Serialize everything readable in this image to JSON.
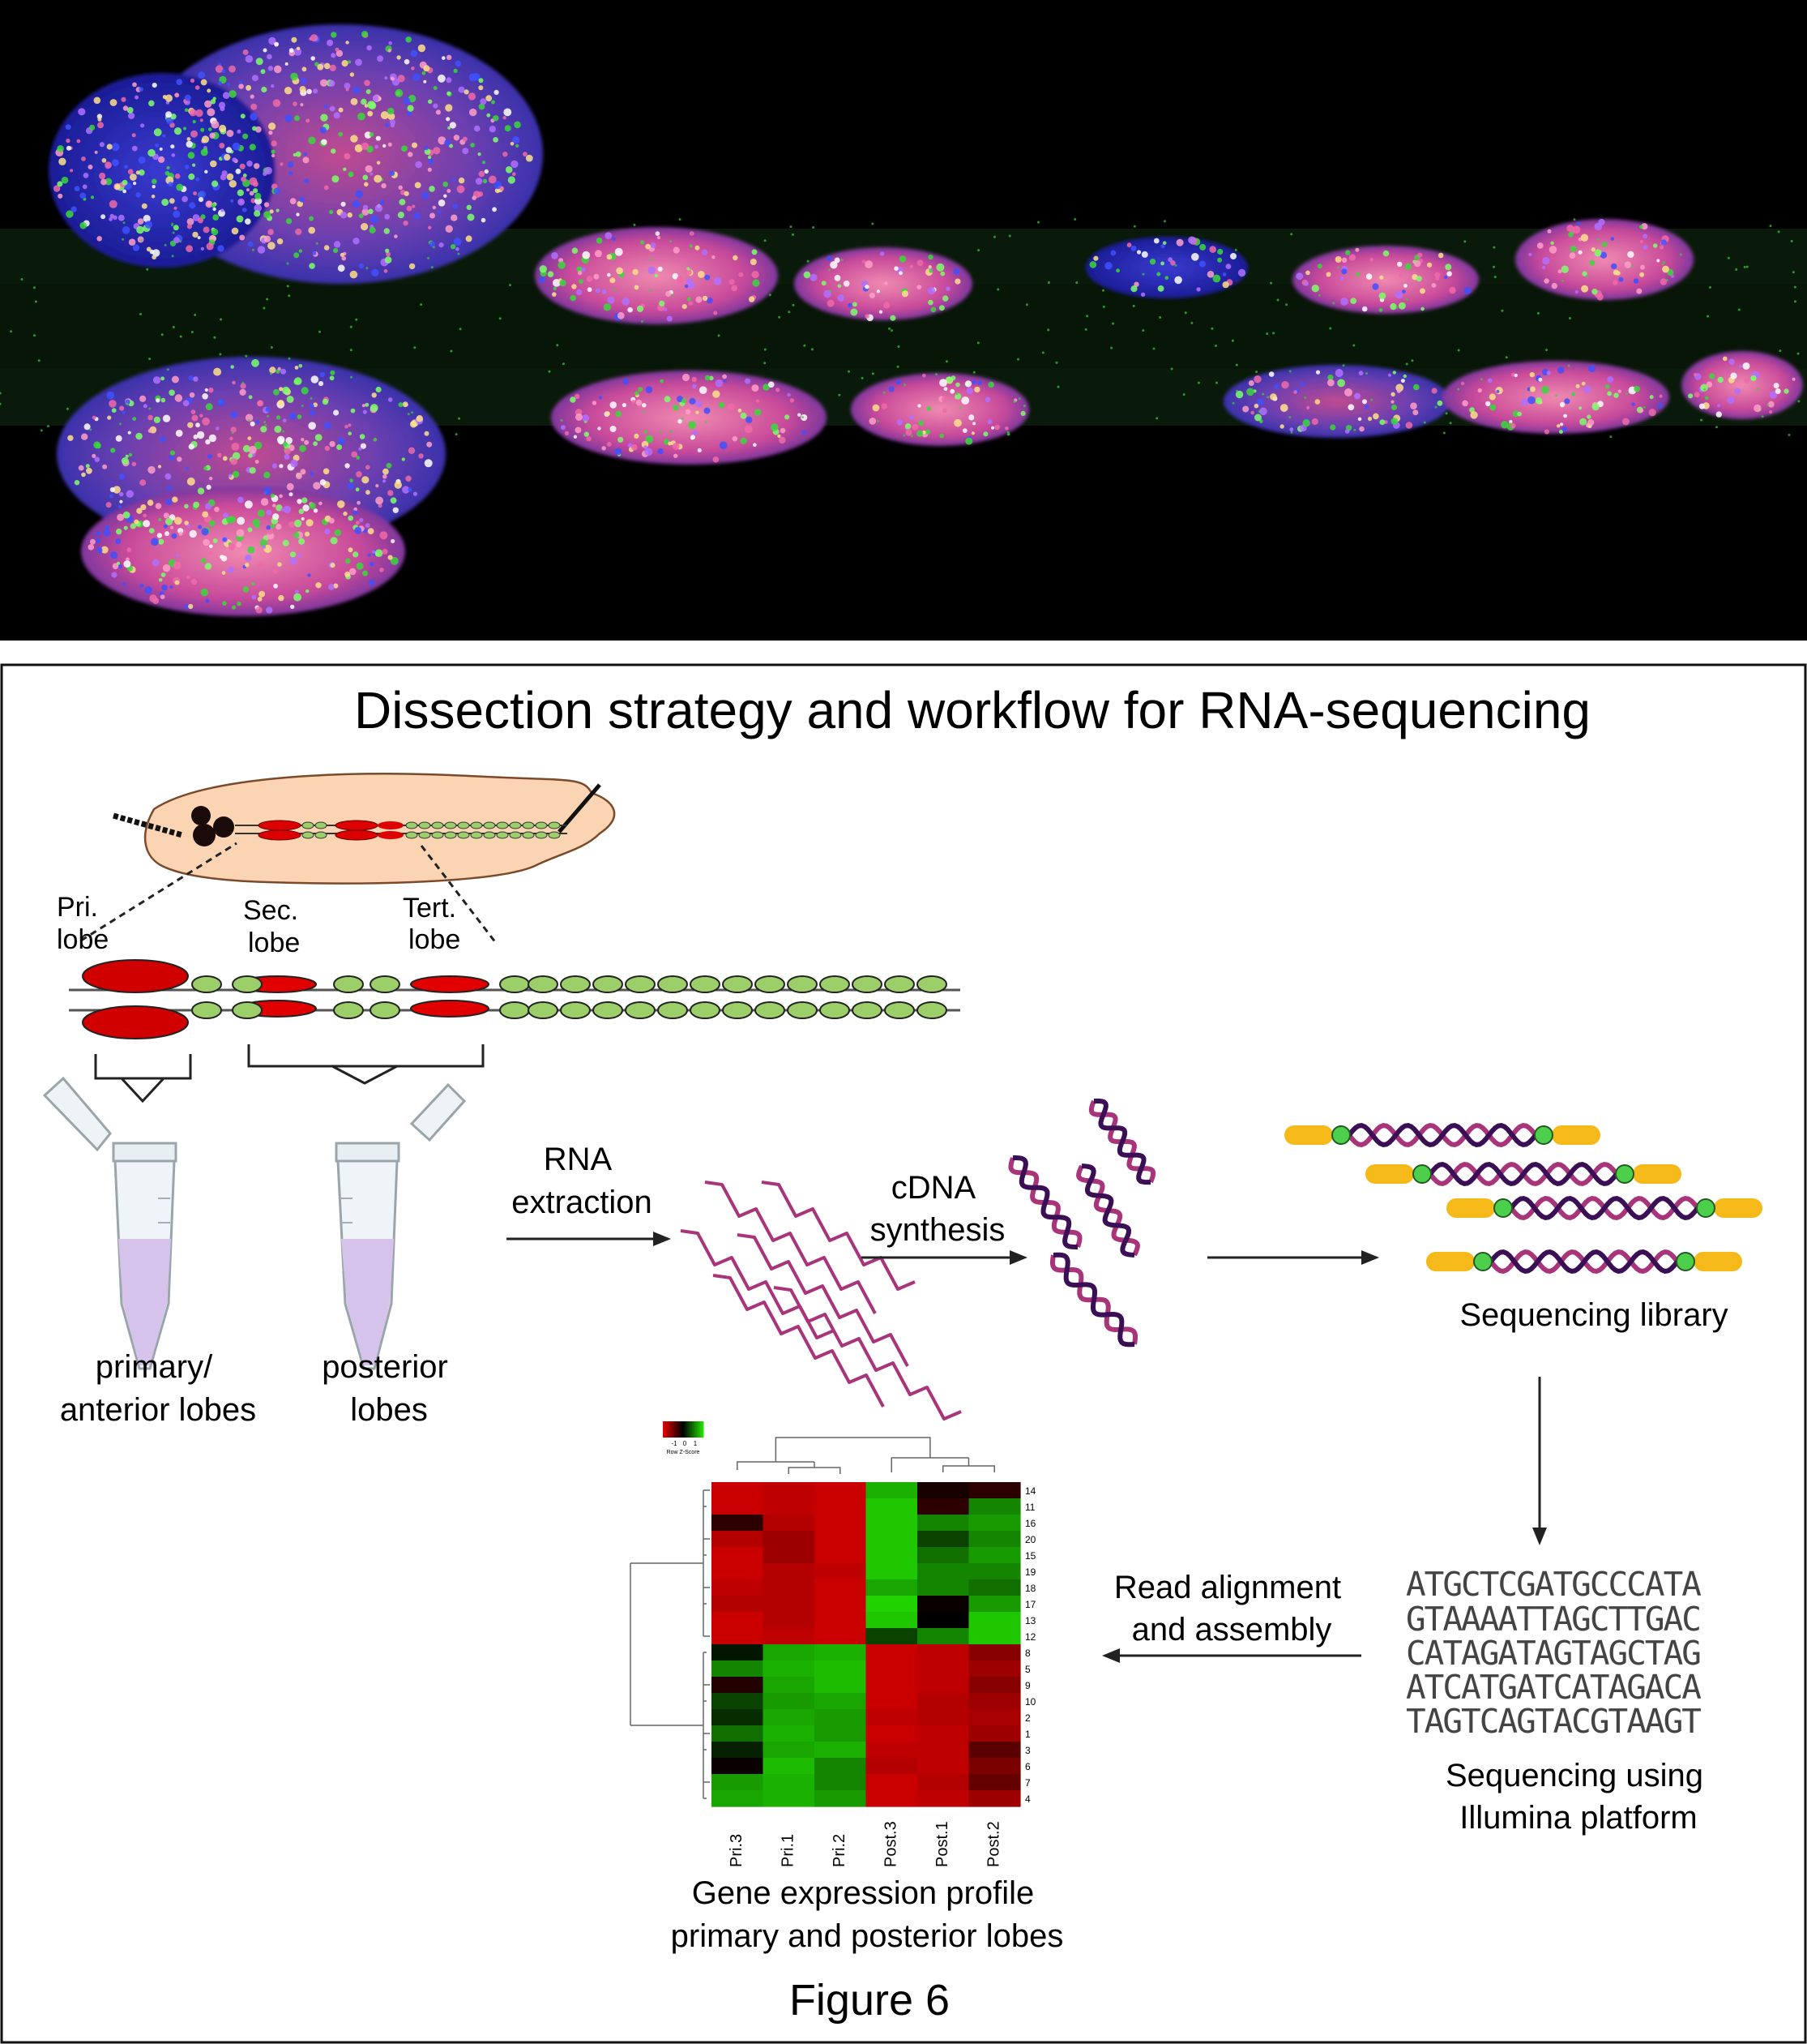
{
  "title": "Dissection strategy and workflow for RNA-sequencing",
  "figure_label": "Figure 6",
  "dissection": {
    "pri_lobe": [
      "Pri.",
      "lobe"
    ],
    "sec_lobe": [
      "Sec.",
      "lobe"
    ],
    "tert_lobe": [
      "Tert.",
      "lobe"
    ],
    "tube_primary": [
      "primary/",
      "anterior lobes"
    ],
    "tube_posterior": [
      "posterior",
      "lobes"
    ]
  },
  "workflow": {
    "rna_extraction": [
      "RNA",
      "extraction"
    ],
    "cdna_synthesis": [
      "cDNA",
      "synthesis"
    ],
    "sequencing_library": "Sequencing library",
    "sequences": [
      "ATGCTCGATGCCCATA",
      "GTAAAATTAGCTTGAC",
      "CATAGATAGTAGCTAG",
      "ATCATGATCATAGACA",
      "TAGTCAGTACGTAAGT"
    ],
    "sequencing_platform": [
      "Sequencing using",
      "Illumina platform"
    ],
    "read_alignment": [
      "Read alignment",
      "and assembly"
    ],
    "profile_caption": [
      "Gene expression profile",
      "primary and posterior lobes"
    ]
  },
  "heatmap": {
    "key_ticks": [
      "-1",
      "0",
      "1"
    ],
    "key_label": "Row Z-Score",
    "columns": [
      "Pri.3",
      "Pri.1",
      "Pri.2",
      "Post.3",
      "Post.1",
      "Post.2"
    ],
    "rows": [
      "14",
      "11",
      "16",
      "20",
      "15",
      "19",
      "18",
      "17",
      "13",
      "12",
      "8",
      "5",
      "9",
      "10",
      "2",
      "1",
      "3",
      "6",
      "7",
      "4"
    ],
    "z": [
      [
        0.9,
        0.85,
        0.9,
        -0.8,
        0.1,
        0.2
      ],
      [
        0.9,
        0.85,
        0.9,
        -0.9,
        0.2,
        -0.6
      ],
      [
        0.2,
        0.8,
        0.9,
        -0.9,
        -0.6,
        -0.7
      ],
      [
        0.8,
        0.7,
        0.9,
        -0.9,
        -0.3,
        -0.6
      ],
      [
        0.9,
        0.7,
        0.9,
        -0.9,
        -0.5,
        -0.7
      ],
      [
        0.9,
        0.8,
        0.85,
        -0.9,
        -0.6,
        -0.6
      ],
      [
        0.85,
        0.8,
        0.9,
        -0.75,
        -0.6,
        -0.5
      ],
      [
        0.8,
        0.8,
        0.9,
        -0.95,
        0.05,
        -0.7
      ],
      [
        0.9,
        0.8,
        0.9,
        -0.9,
        0.0,
        -0.9
      ],
      [
        0.9,
        0.85,
        0.9,
        -0.3,
        -0.6,
        -0.9
      ],
      [
        -0.1,
        -0.75,
        -0.8,
        0.9,
        0.85,
        0.6
      ],
      [
        -0.6,
        -0.8,
        -0.85,
        0.9,
        0.85,
        0.7
      ],
      [
        0.15,
        -0.75,
        -0.85,
        0.9,
        0.85,
        0.6
      ],
      [
        -0.3,
        -0.7,
        -0.75,
        0.9,
        0.8,
        0.7
      ],
      [
        -0.2,
        -0.75,
        -0.7,
        0.85,
        0.8,
        0.75
      ],
      [
        -0.5,
        -0.8,
        -0.7,
        0.9,
        0.85,
        0.7
      ],
      [
        -0.15,
        -0.75,
        -0.8,
        0.85,
        0.85,
        0.4
      ],
      [
        0.05,
        -0.85,
        -0.6,
        0.8,
        0.85,
        0.55
      ],
      [
        -0.7,
        -0.8,
        -0.6,
        0.9,
        0.8,
        0.45
      ],
      [
        -0.75,
        -0.8,
        -0.7,
        0.9,
        0.85,
        0.7
      ]
    ],
    "colors": {
      "high": "#e00000",
      "low": "#22dd00",
      "mid": "#000000"
    }
  }
}
